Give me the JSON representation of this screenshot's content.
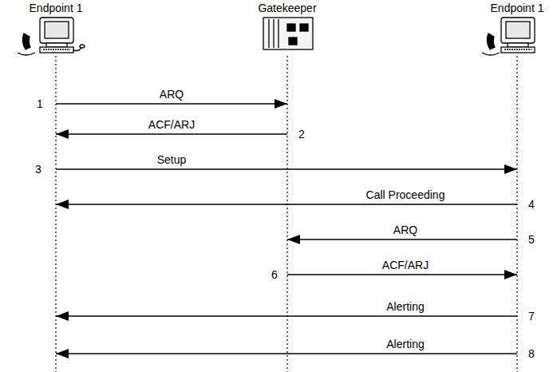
{
  "diagram": {
    "nodes": [
      {
        "text": [
          "Endpoint 1"
        ]
      },
      {
        "text": [
          "Gatekeeper"
        ]
      },
      {
        "text": [
          "Endpoint 1"
        ]
      }
    ],
    "edges": [
      {
        "from": 0,
        "to": 1,
        "arrow": "to",
        "label": "ARQ"
      },
      {
        "from": 1,
        "to": 0,
        "arrow": "to",
        "label": "ACF/ARJ"
      },
      {
        "from": 0,
        "to": 2,
        "arrow": "to",
        "label": "Setup"
      },
      {
        "from": 2,
        "to": 0,
        "arrow": "to",
        "label": "Call Proceeding"
      },
      {
        "from": 2,
        "to": 1,
        "arrow": "to",
        "label": "ARQ"
      },
      {
        "from": 1,
        "to": 2,
        "arrow": "to",
        "label": "ACF/ARJ"
      },
      {
        "from": 2,
        "to": 0,
        "arrow": "to",
        "label": "Alerting"
      },
      {
        "from": 2,
        "to": 0,
        "arrow": "to",
        "label": "Alerting"
      }
    ],
    "labels": [
      "1",
      "2",
      "3",
      "4",
      "5",
      "6",
      "7",
      "8"
    ]
  }
}
